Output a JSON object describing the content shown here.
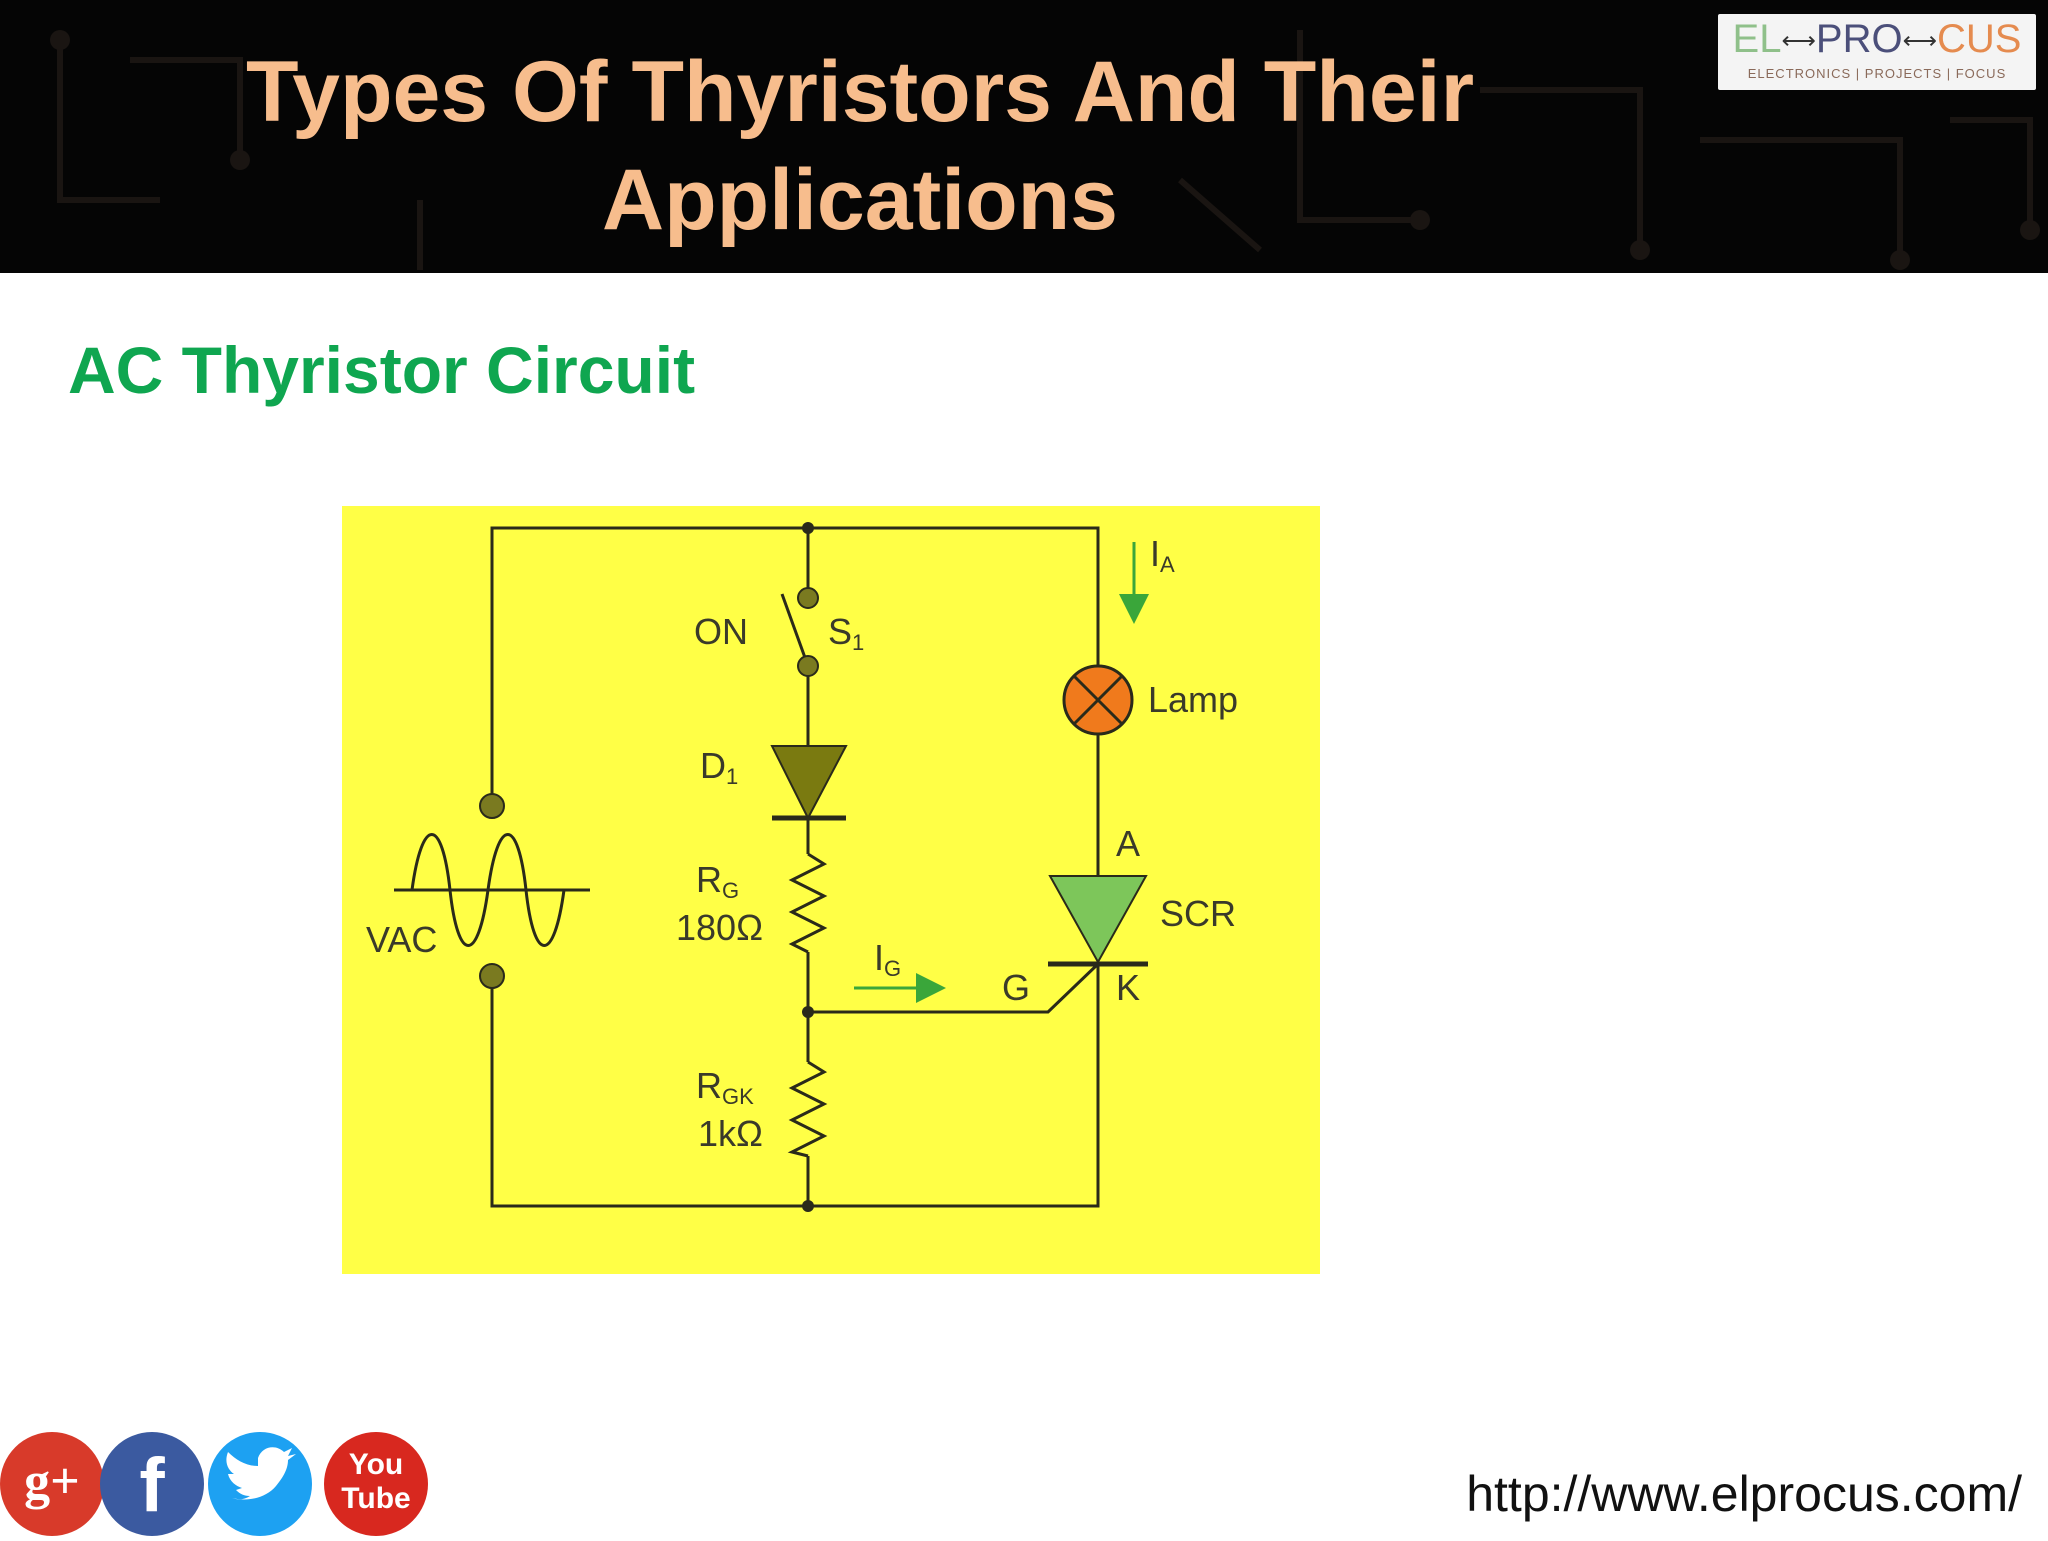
{
  "header": {
    "title_line1": "Types Of Thyristors And Their",
    "title_line2": "Applications",
    "logo": {
      "el": "EL",
      "pro": "PRO",
      "cus": "CUS",
      "arrow": "⟷",
      "tagline": "ELECTRONICS | PROJECTS | FOCUS"
    }
  },
  "subtitle": "AC Thyristor Circuit",
  "circuit": {
    "switch_state": "ON",
    "switch_name": "S",
    "switch_sub": "1",
    "diode_name": "D",
    "diode_sub": "1",
    "rg_name": "R",
    "rg_sub": "G",
    "rg_value": "180Ω",
    "rgk_name": "R",
    "rgk_sub": "GK",
    "rgk_value": "1kΩ",
    "source_label": "VAC",
    "ia_name": "I",
    "ia_sub": "A",
    "ig_name": "I",
    "ig_sub": "G",
    "lamp_label": "Lamp",
    "anode_label": "A",
    "scr_label": "SCR",
    "gate_label": "G",
    "cathode_label": "K",
    "colors": {
      "background": "#ffff46",
      "wire": "#2a2a1a",
      "lamp": "#f07a1c",
      "scr": "#7dc65a",
      "diode": "#7a7a10",
      "arrow": "#3aa63a"
    }
  },
  "social": [
    {
      "icon": "google-plus-icon",
      "glyph": "g+",
      "color": "#d83a2a"
    },
    {
      "icon": "facebook-icon",
      "glyph": "f",
      "color": "#3b5aa0"
    },
    {
      "icon": "twitter-icon",
      "glyph": "🐦",
      "color": "#1da1f2"
    },
    {
      "icon": "youtube-icon",
      "glyph_top": "You",
      "glyph_bottom": "Tube",
      "color": "#d8281f"
    }
  ],
  "footer_url": "http://www.elprocus.com/"
}
